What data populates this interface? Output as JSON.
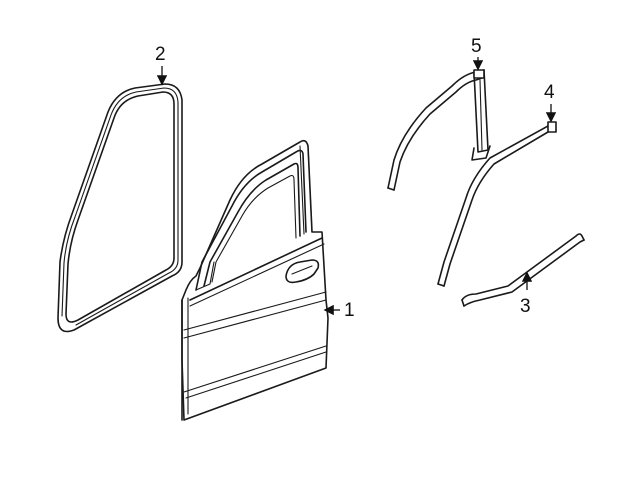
{
  "diagram": {
    "callouts": [
      {
        "id": "1",
        "label": "1"
      },
      {
        "id": "2",
        "label": "2"
      },
      {
        "id": "3",
        "label": "3"
      },
      {
        "id": "4",
        "label": "4"
      },
      {
        "id": "5",
        "label": "5"
      }
    ],
    "line_color": "#1a1a1a",
    "background": "#ffffff"
  }
}
